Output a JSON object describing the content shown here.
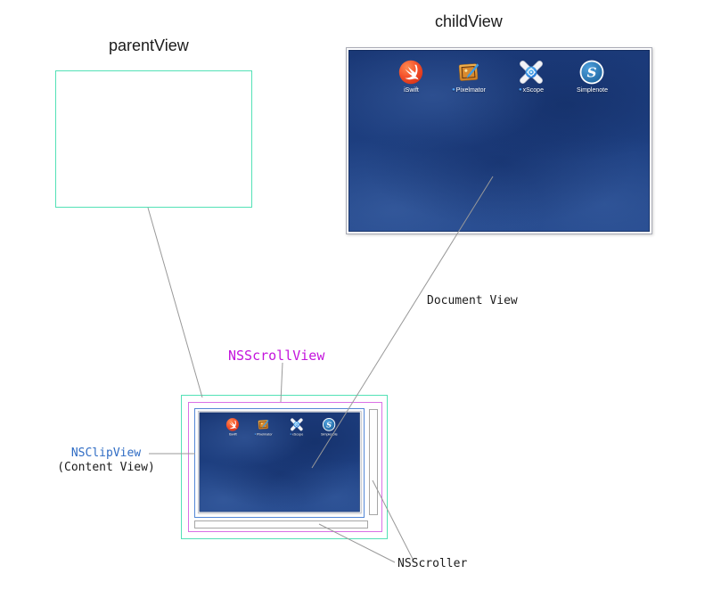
{
  "annotations": {
    "parent_view": "parentView",
    "child_view": "childView",
    "scroll_view": "NSScrollView",
    "clip_view": "NSClipView",
    "content_view": "(Content View)",
    "document_view": "Document View",
    "scroller": "NSScroller"
  },
  "desktop": {
    "icons": [
      {
        "label": "iSwift"
      },
      {
        "label": "Pixelmator",
        "dot": "●"
      },
      {
        "label": "xScope",
        "dot": "●"
      },
      {
        "label": "Simplenote"
      }
    ]
  },
  "colors": {
    "parent_child_border": "#53e1b6",
    "scrollview_border": "#da70e6",
    "clipview_border": "#5387d6",
    "scroller_border": "#a6a6a6",
    "scrollview_label_text": "#c414dd",
    "clipview_label_text": "#2f6cc4",
    "annotation_text": "#1b1b1b",
    "connector_line": "#999999",
    "desktop_blue": "#1e4082"
  }
}
